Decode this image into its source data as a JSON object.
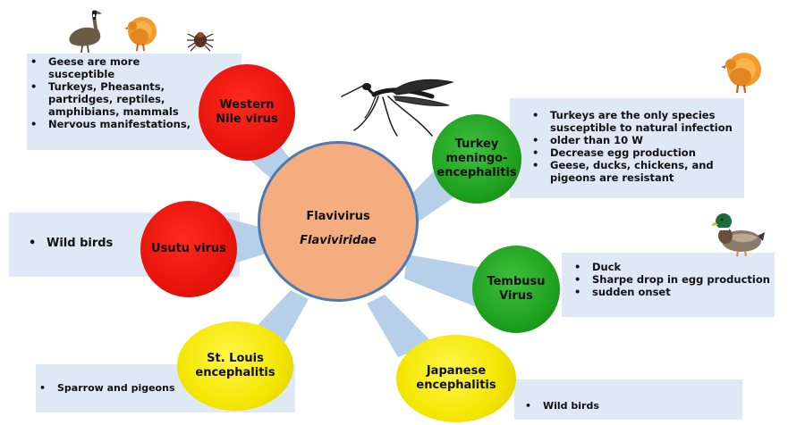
{
  "center": {
    "title": "Flavivirus",
    "subtitle": "Flaviviridae"
  },
  "viruses": {
    "west_nile": {
      "name_line1": "Western",
      "name_line2": "Nile virus",
      "bullets": [
        "Geese are more susceptible",
        "Turkeys, Pheasants, partridges, reptiles, amphibians, mammals",
        "Nervous manifestations,"
      ]
    },
    "turkey_me": {
      "name_line1": "Turkey",
      "name_line2": "meningo-",
      "name_line3": "encephalitis",
      "bullets": [
        "Turkeys are the only species susceptible to natural infection",
        "older than 10 W",
        "Decrease egg production",
        "Geese, ducks, chickens, and pigeons are resistant"
      ]
    },
    "usutu": {
      "name": "Usutu virus",
      "bullets": [
        "Wild birds"
      ]
    },
    "tembusu": {
      "name_line1": "Tembusu",
      "name_line2": "Virus",
      "bullets": [
        "Duck",
        "Sharpe drop in egg production",
        "sudden onset"
      ]
    },
    "st_louis": {
      "name_line1": "St. Louis",
      "name_line2": "encephalitis",
      "bullets": [
        "Sparrow and pigeons"
      ]
    },
    "japanese": {
      "name_line1": "Japanese",
      "name_line2": "encephalitis",
      "bullets": [
        "Wild birds"
      ]
    }
  },
  "icons": [
    "goose-icon",
    "turkey-icon",
    "tick-icon",
    "mosquito-icon",
    "duck-icon"
  ],
  "colors": {
    "panel": "#dfe8f5",
    "ray": "#b7d0ea",
    "center_fill": "#f4ad7e",
    "center_border": "#4c78b8",
    "red": "#e8150d",
    "green": "#1fa21f",
    "yellow": "#f3e600",
    "turkey": "#f39a2b"
  }
}
